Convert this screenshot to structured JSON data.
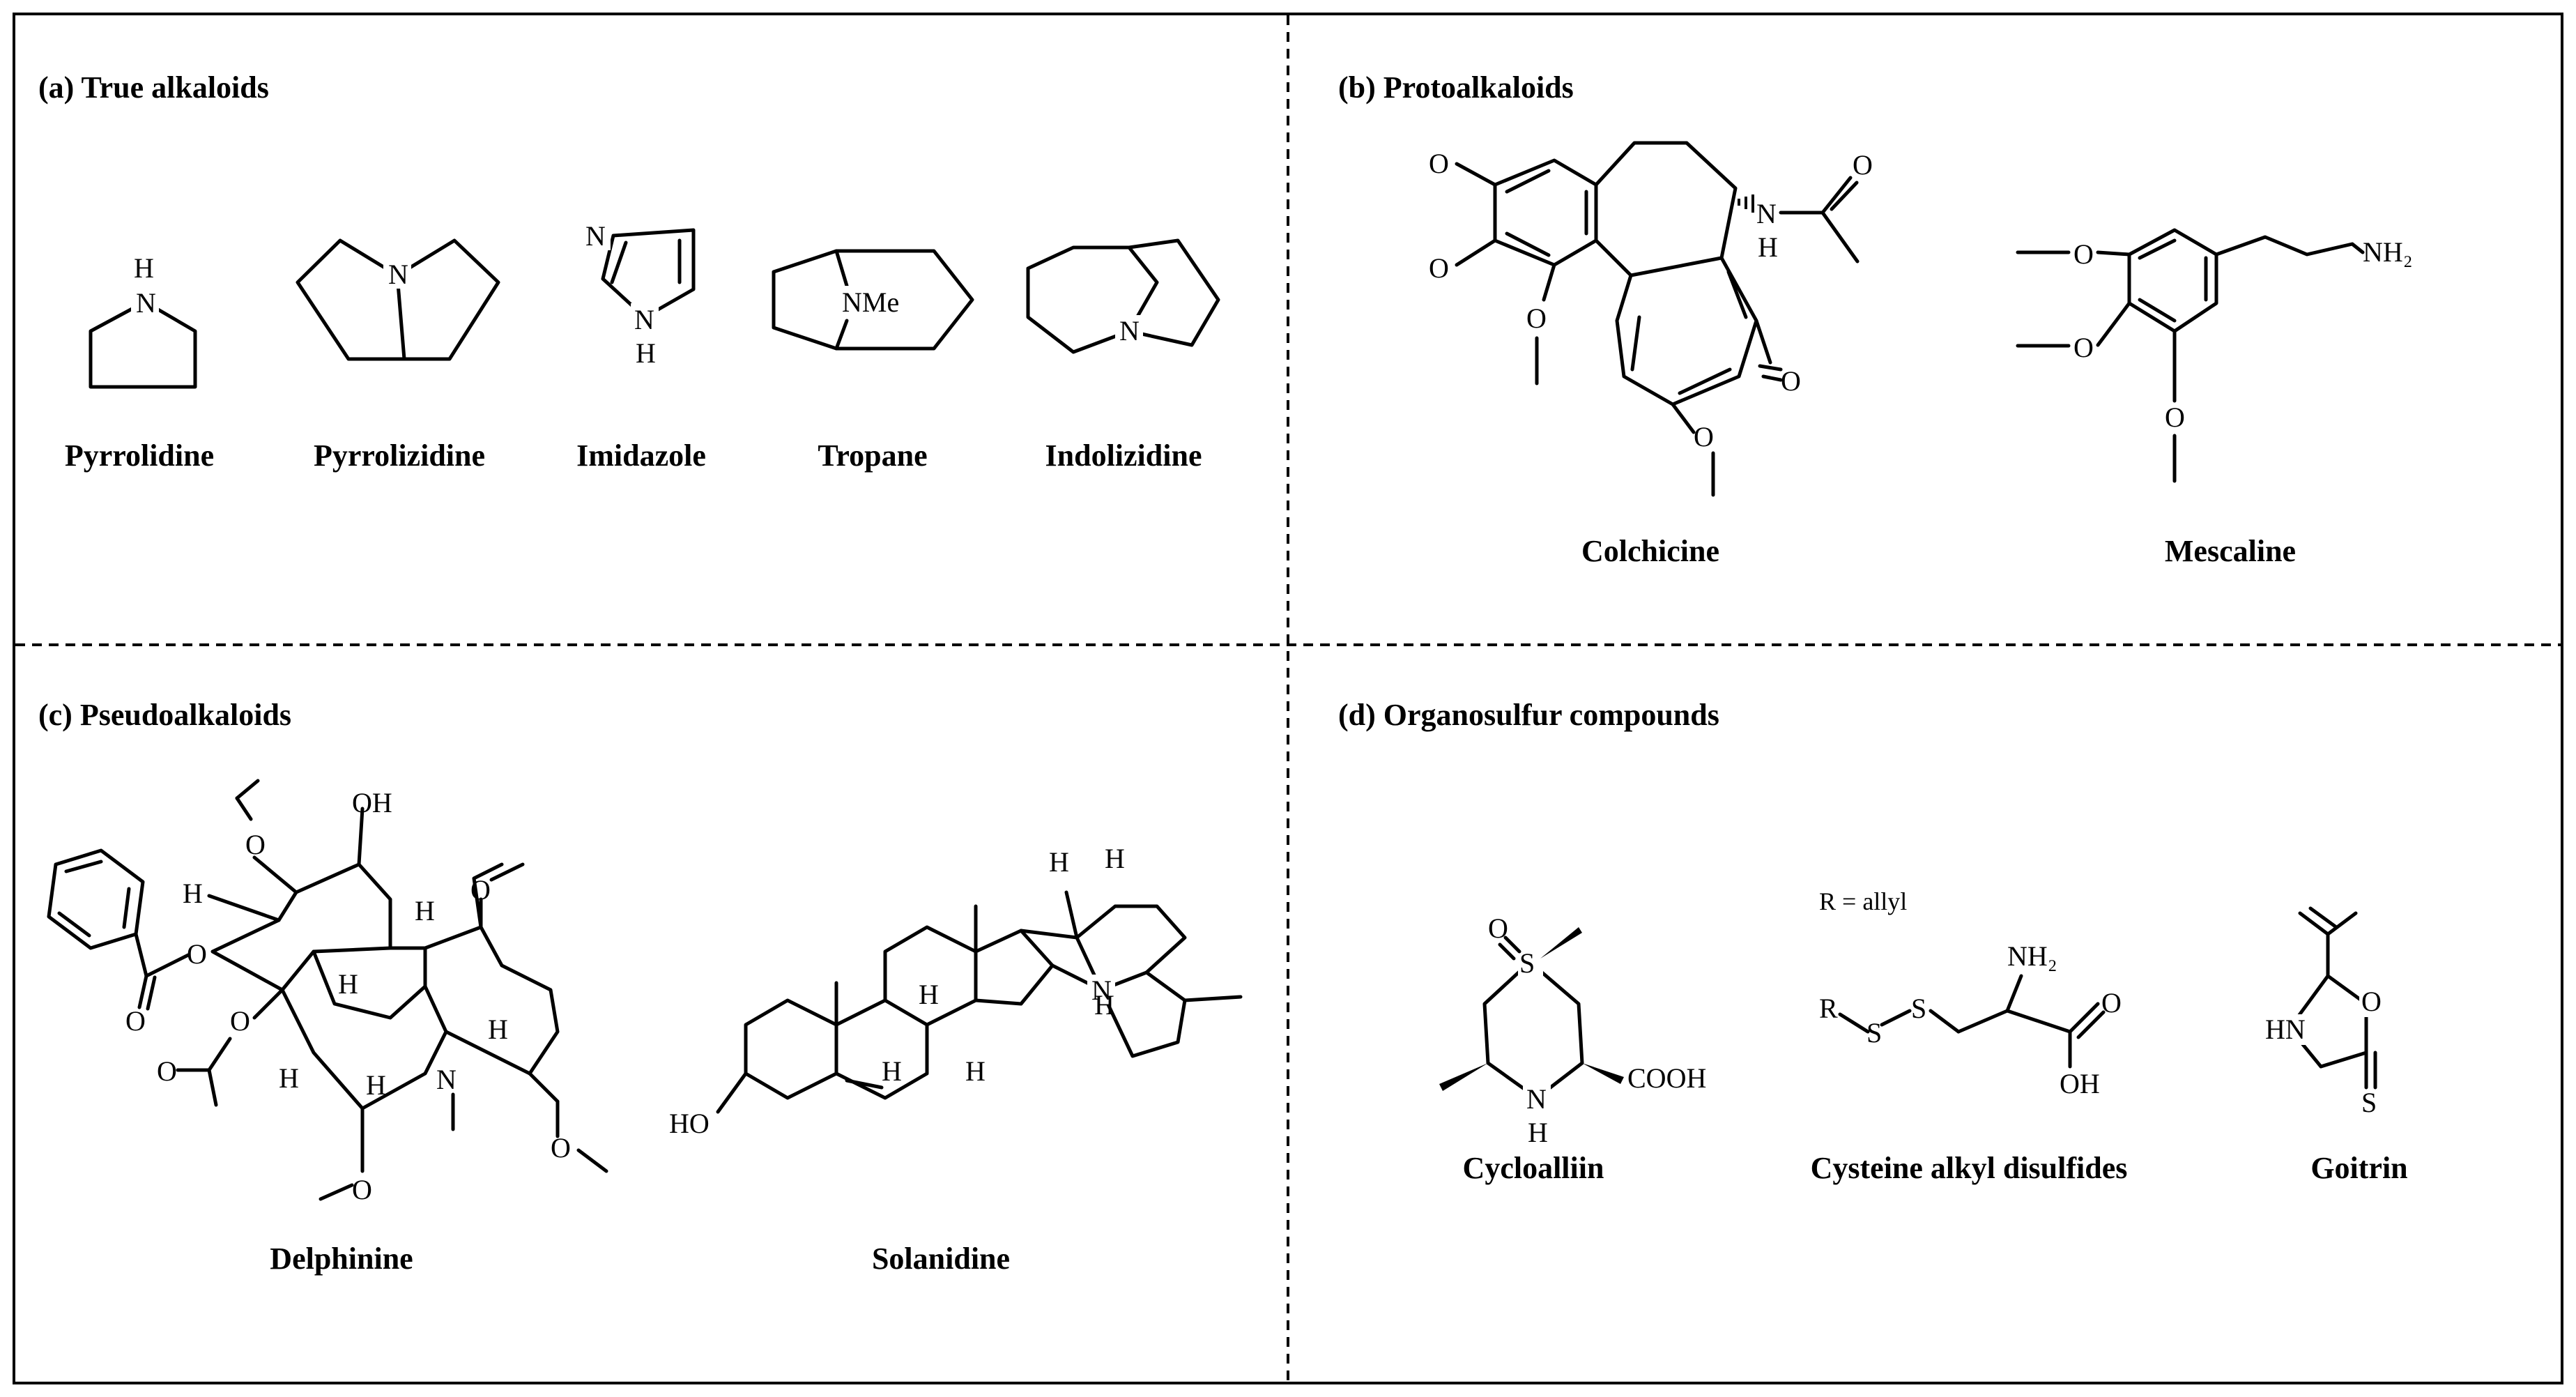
{
  "panels": {
    "a": {
      "title": "(a) True alkaloids",
      "compounds": [
        "Pyrrolidine",
        "Pyrrolizidine",
        "Imidazole",
        "Tropane",
        "Indolizidine"
      ]
    },
    "b": {
      "title": "(b) Protoalkaloids",
      "compounds": [
        "Colchicine",
        "Mescaline"
      ]
    },
    "c": {
      "title": "(c) Pseudoalkaloids",
      "compounds": [
        "Delphinine",
        "Solanidine"
      ]
    },
    "d": {
      "title": "(d) Organosulfur compounds",
      "compounds": [
        "Cycloalliin",
        "Cysteine alkyl disulfides",
        "Goitrin"
      ],
      "note": "R = allyl"
    }
  },
  "atoms": {
    "H": "H",
    "N": "N",
    "NMe": "NMe",
    "O": "O",
    "S": "S",
    "R": "R",
    "NH": "NH",
    "NH2": "NH₂",
    "OH": "OH",
    "HO": "HO",
    "COOH": "COOH",
    "HN": "HN"
  }
}
